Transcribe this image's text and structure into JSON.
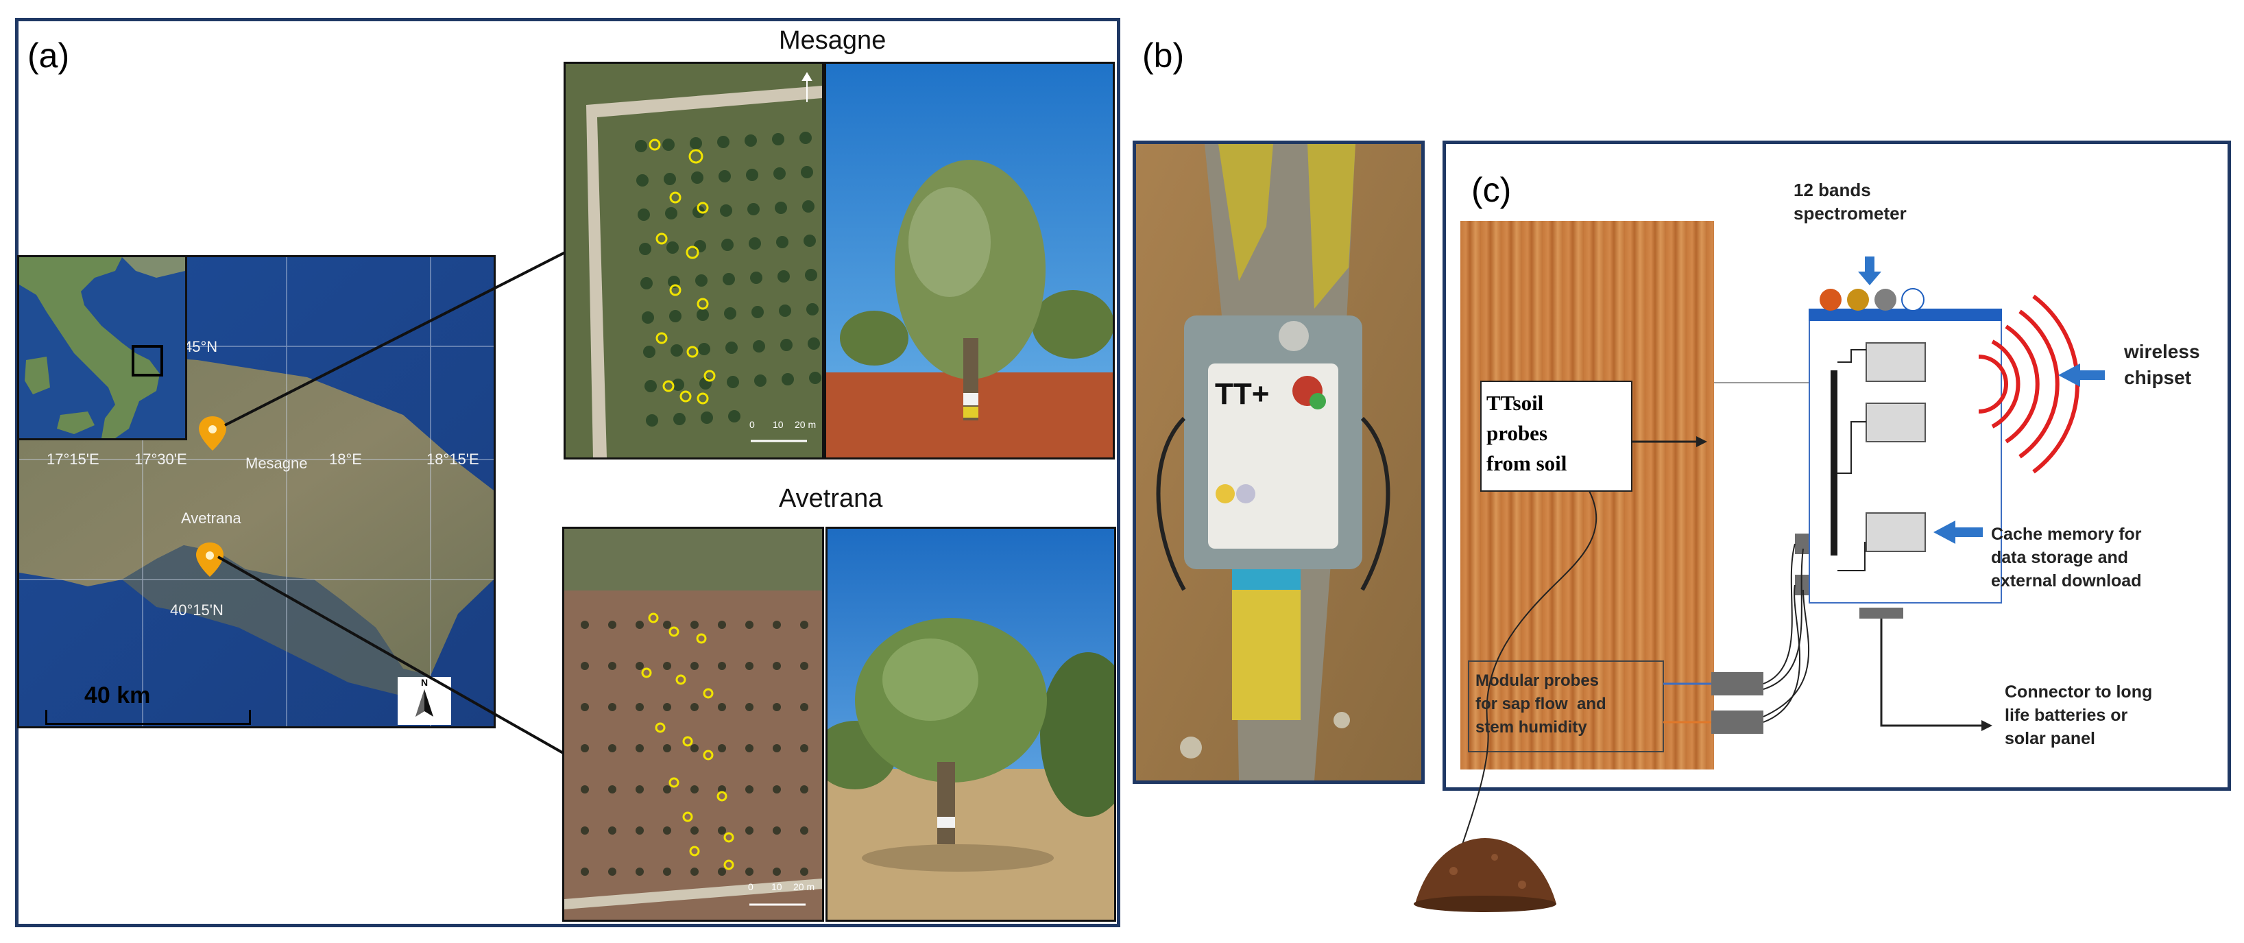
{
  "panel_a": {
    "letter": "(a)",
    "sites": [
      {
        "name": "Mesagne"
      },
      {
        "name": "Avetrana"
      }
    ],
    "map": {
      "lat_labels": [
        "45°N",
        "40°15'N"
      ],
      "lon_labels": [
        "17°15'E",
        "17°30'E",
        "18°E",
        "18°15'E"
      ],
      "place_labels": [
        "Mesagne",
        "Avetrana"
      ],
      "scale_bar": "40 km",
      "north_label": "N",
      "pin_color": "#f2a20c"
    },
    "aerial_scale_labels": [
      "0",
      "10",
      "20 m"
    ]
  },
  "panel_b": {
    "letter": "(b)",
    "device_label": "TT+"
  },
  "panel_c": {
    "letter": "(c)",
    "labels": {
      "spectrometer": [
        "12 bands",
        "spectrometer"
      ],
      "wireless": [
        "wireless",
        "chipset"
      ],
      "cache": [
        "Cache memory for",
        "data storage and",
        "external download"
      ],
      "connector": [
        "Connector to long",
        "life batteries or",
        "solar panel"
      ],
      "ttsoil": [
        "TTsoil",
        "probes",
        "from soil"
      ],
      "modular": [
        "Modular probes",
        "for sap flow  and",
        "stem humidity"
      ]
    },
    "colors": {
      "accent_blue": "#2e75c9",
      "wireless_red": "#e02020",
      "header_blue": "#1f5fbf",
      "spectro_dots": [
        "#d8581b",
        "#c89016",
        "#7f7f7f",
        "#ffffff"
      ]
    }
  }
}
